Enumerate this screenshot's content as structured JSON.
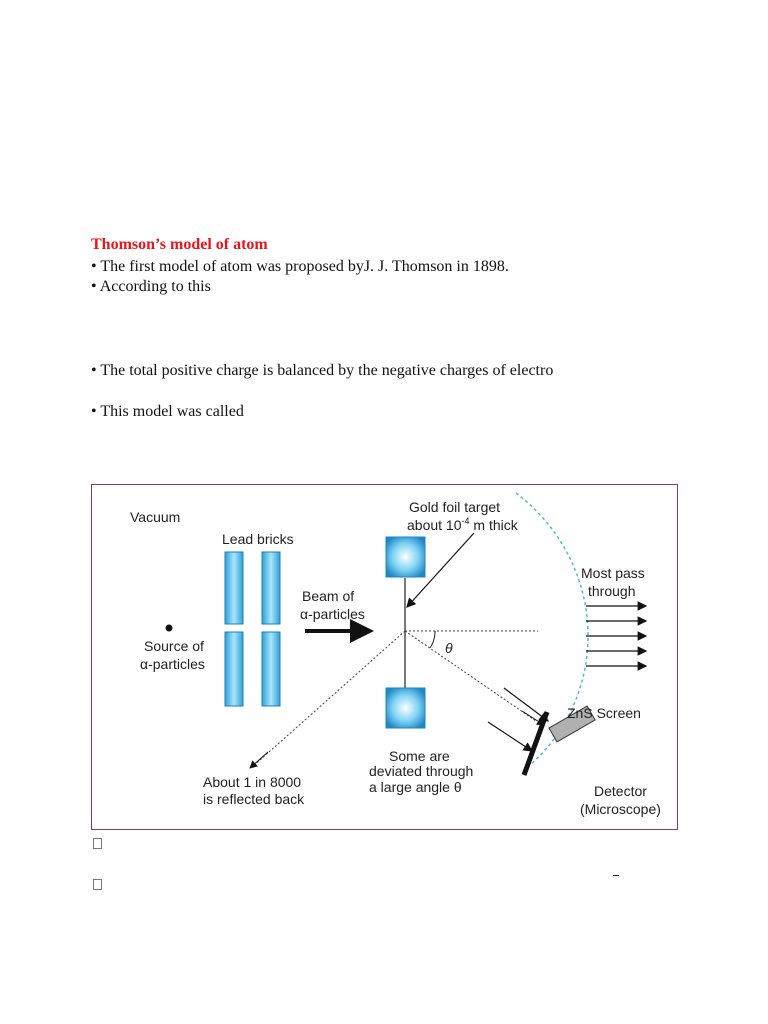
{
  "heading": "Thomson’s model of atom",
  "lines": [
    "• The first model of atom was proposed byJ. J. Thomson in 1898.",
    "• According to this",
    "• The total positive charge is balanced by the negative charges of electro",
    "• This model was called"
  ],
  "figure": {
    "labels": {
      "vacuum": "Vacuum",
      "lead_bricks": "Lead bricks",
      "gold_foil_1": "Gold foil target",
      "gold_foil_2": "about 10",
      "gold_foil_exp": "-4",
      "gold_foil_3": " m thick",
      "beam_1": "Beam of",
      "beam_2": "α-particles",
      "source_1": "Source of",
      "source_2": "α-particles",
      "most_pass_1": "Most pass",
      "most_pass_2": "through",
      "theta": "θ",
      "zns_screen": "ZnS Screen",
      "reflected_1": "About 1 in 8000",
      "reflected_2": "is reflected back",
      "deviated_1": "Some are",
      "deviated_2": "deviated through",
      "deviated_3": "a large angle θ",
      "detector_1": "Detector",
      "detector_2": "(Microscope)"
    },
    "colors": {
      "brick": "#5bc6ee",
      "brick_edge": "#1e7fb8",
      "foil_glow": "#e8f8ff",
      "foil_edge": "#1f86c4",
      "screen_arc": "#4ab8e8",
      "detector": "#b0b0b0",
      "border": "#8b3a6e"
    }
  },
  "footer_marks": [
    "missing-glyph-box",
    "missing-glyph-box"
  ]
}
